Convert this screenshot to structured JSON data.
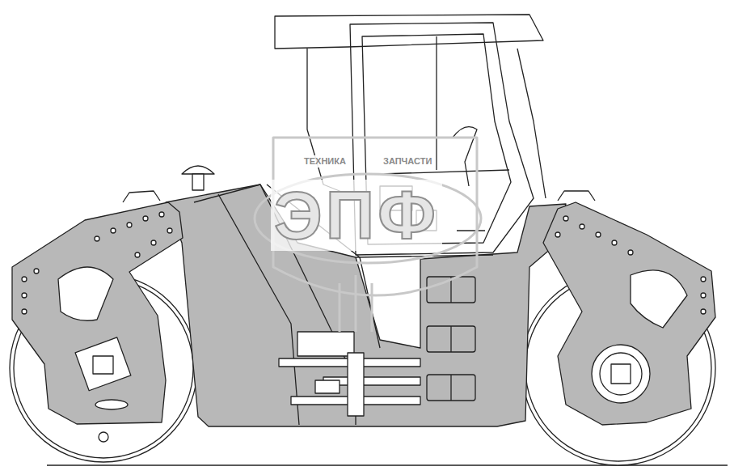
{
  "diagram": {
    "labels": [
      "ТЕХНИКА",
      "ЗАПЧАСТИ",
      "ЭПФ"
    ]
  }
}
